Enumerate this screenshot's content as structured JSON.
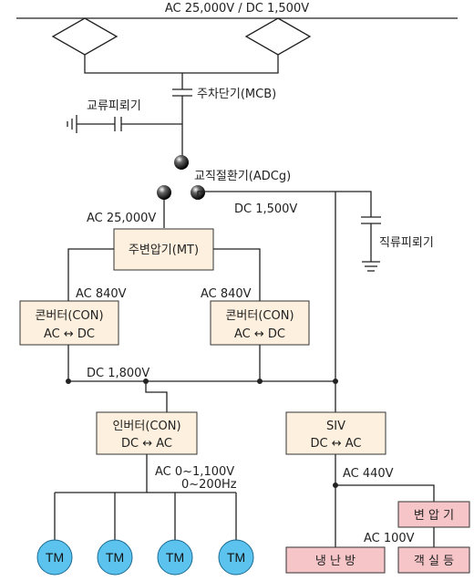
{
  "supply_label": "AC 25,000V / DC 1,500V",
  "main_breaker_label": "주차단기(MCB)",
  "ac_arrester_label": "교류피뢰기",
  "changeover_label": "교직절환기(ADCg)",
  "ac_25kv_label": "AC 25,000V",
  "dc_1500_label": "DC 1,500V",
  "dc_arrester_label": "직류피뢰기",
  "main_transformer_label": "주변압기(MT)",
  "converter_left": {
    "voltage": "AC 840V",
    "line1": "콘버터(CON)",
    "line2": "AC ↔ DC"
  },
  "converter_right": {
    "voltage": "AC 840V",
    "line1": "콘버터(CON)",
    "line2": "AC ↔ DC"
  },
  "dc_bus_label": "DC 1,800V",
  "inverter": {
    "line1": "인버터(CON)",
    "line2": "DC ↔ AC",
    "output_line1": "AC 0~1,100V",
    "output_line2": "0~200Hz"
  },
  "siv": {
    "line1": "SIV",
    "line2": "DC ↔ AC",
    "output": "AC 440V"
  },
  "transformer_label": "변 압 기",
  "ac_100v_label": "AC 100V",
  "hvac_label": "냉 난 방",
  "cabin_light_label": "객 실 등",
  "motors": [
    "TM",
    "TM",
    "TM",
    "TM"
  ],
  "colors": {
    "box_fill": "#fdf0de",
    "load_fill": "#f6c5c8",
    "motor_fill": "#5cc3ee"
  }
}
